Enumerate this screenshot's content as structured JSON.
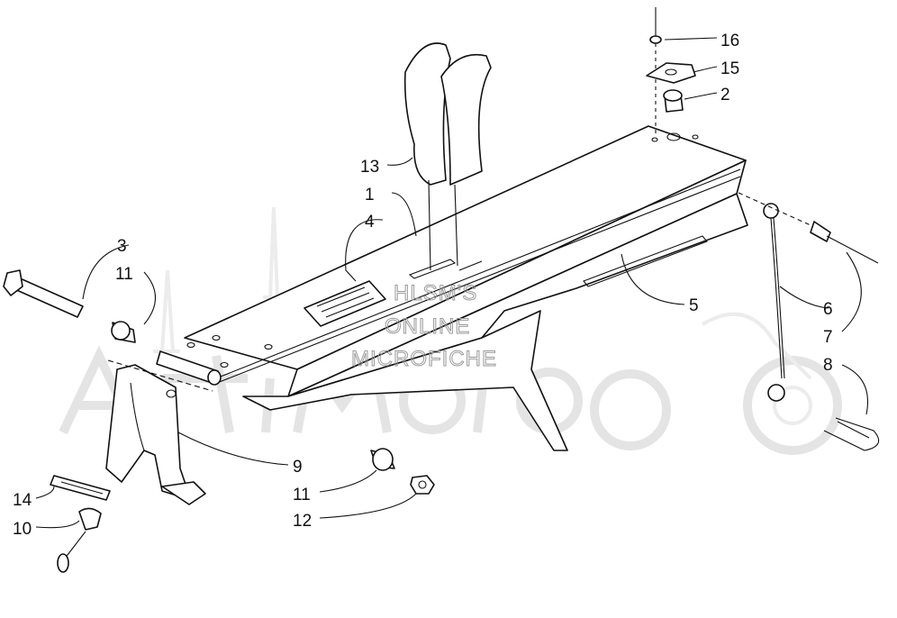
{
  "watermark": {
    "line1": "HLSM'S",
    "line2": "ONLINE",
    "line3": "MICROFICHE",
    "logo_text": "ArtiMoto"
  },
  "callouts": [
    {
      "id": "c16",
      "text": "16"
    },
    {
      "id": "c15",
      "text": "15"
    },
    {
      "id": "c2",
      "text": "2"
    },
    {
      "id": "c13",
      "text": "13"
    },
    {
      "id": "c1",
      "text": "1"
    },
    {
      "id": "c4",
      "text": "4"
    },
    {
      "id": "c3",
      "text": "3"
    },
    {
      "id": "c11a",
      "text": "11"
    },
    {
      "id": "c5",
      "text": "5"
    },
    {
      "id": "c6",
      "text": "6"
    },
    {
      "id": "c7",
      "text": "7"
    },
    {
      "id": "c8",
      "text": "8"
    },
    {
      "id": "c9",
      "text": "9"
    },
    {
      "id": "c11b",
      "text": "11"
    },
    {
      "id": "c12",
      "text": "12"
    },
    {
      "id": "c14",
      "text": "14"
    },
    {
      "id": "c10",
      "text": "10"
    }
  ]
}
